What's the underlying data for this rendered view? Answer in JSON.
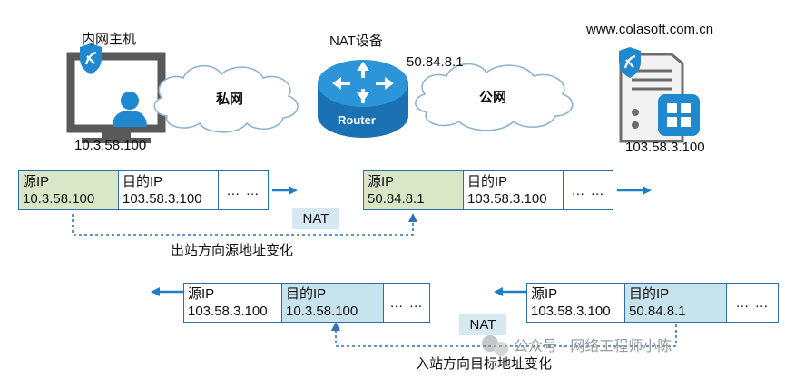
{
  "hosts": {
    "internal_title": "内网主机",
    "internal_ip": "10.3.58.100",
    "nat_title": "NAT设备",
    "nat_public_ip": "50.84.8.1",
    "router_label": "Router",
    "server_domain": "www.colasoft.com.cn",
    "server_ip": "103.58.3.100"
  },
  "clouds": {
    "private": "私网",
    "public": "公网"
  },
  "outbound": {
    "before": {
      "src_label": "源IP",
      "src_value": "10.3.58.100",
      "dst_label": "目的IP",
      "dst_value": "103.58.3.100",
      "more": "…  …"
    },
    "after": {
      "src_label": "源IP",
      "src_value": "50.84.8.1",
      "dst_label": "目的IP",
      "dst_value": "103.58.3.100",
      "more": "…  …"
    },
    "nat_label": "NAT",
    "caption": "出站方向源地址变化"
  },
  "inbound": {
    "before": {
      "src_label": "源IP",
      "src_value": "103.58.3.100",
      "dst_label": "目的IP",
      "dst_value": "50.84.8.1",
      "more": "…  …"
    },
    "after": {
      "src_label": "源IP",
      "src_value": "103.58.3.100",
      "dst_label": "目的IP",
      "dst_value": "10.3.58.100",
      "more": "…  …"
    },
    "nat_label": "NAT",
    "caption": "入站方向目标地址变化"
  },
  "watermark": "公众号 · 网络工程师小陈",
  "colors": {
    "accent_blue": "#1f7fc4",
    "router_blue": "#1f88cf",
    "src_green": "#d9e7c7",
    "dst_blue": "#c7e3ee",
    "nat_box": "#d6e8f1",
    "dash_blue": "#2f73b8"
  }
}
